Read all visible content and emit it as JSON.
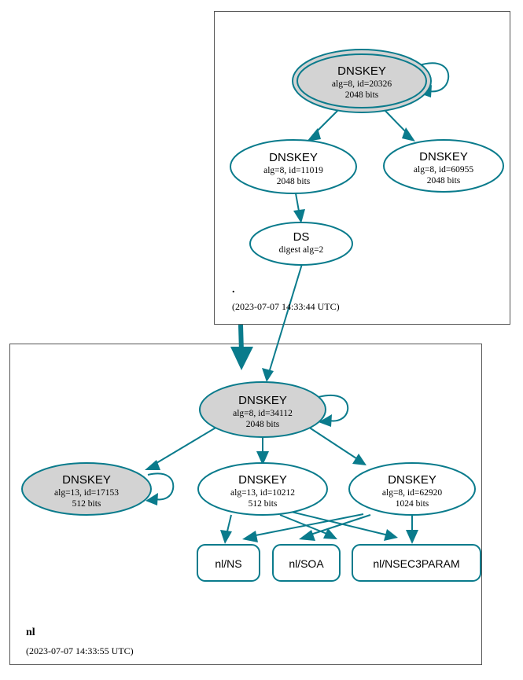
{
  "diagram": {
    "type": "dnssec-authentication-chain",
    "accent_color": "#0a7b8c",
    "secure_fill_color": "#d3d3d3",
    "zone_border_color": "#555555"
  },
  "zones": [
    {
      "id": "root",
      "name": ".",
      "timestamp": "(2023-07-07 14:33:44 UTC)",
      "nodes": [
        {
          "id": "root-ksk",
          "shape": "double-ellipse",
          "filled": true,
          "title": "DNSKEY",
          "line2": "alg=8, id=20326",
          "line3": "2048 bits",
          "self_signed": true
        },
        {
          "id": "root-zsk-11019",
          "shape": "ellipse",
          "filled": false,
          "title": "DNSKEY",
          "line2": "alg=8, id=11019",
          "line3": "2048 bits",
          "self_signed": false
        },
        {
          "id": "root-zsk-60955",
          "shape": "ellipse",
          "filled": false,
          "title": "DNSKEY",
          "line2": "alg=8, id=60955",
          "line3": "2048 bits",
          "self_signed": false
        },
        {
          "id": "root-ds",
          "shape": "ellipse",
          "filled": false,
          "title": "DS",
          "line2": "digest alg=2",
          "line3": "",
          "self_signed": false
        }
      ]
    },
    {
      "id": "nl",
      "name": "nl",
      "timestamp": "(2023-07-07 14:33:55 UTC)",
      "nodes": [
        {
          "id": "nl-ksk-34112",
          "shape": "ellipse",
          "filled": true,
          "title": "DNSKEY",
          "line2": "alg=8, id=34112",
          "line3": "2048 bits",
          "self_signed": true
        },
        {
          "id": "nl-key-17153",
          "shape": "ellipse",
          "filled": true,
          "title": "DNSKEY",
          "line2": "alg=13, id=17153",
          "line3": "512 bits",
          "self_signed": true
        },
        {
          "id": "nl-key-10212",
          "shape": "ellipse",
          "filled": false,
          "title": "DNSKEY",
          "line2": "alg=13, id=10212",
          "line3": "512 bits",
          "self_signed": false
        },
        {
          "id": "nl-key-62920",
          "shape": "ellipse",
          "filled": false,
          "title": "DNSKEY",
          "line2": "alg=8, id=62920",
          "line3": "1024 bits",
          "self_signed": false
        }
      ],
      "rrsets": [
        {
          "id": "nl-ns",
          "label": "nl/NS"
        },
        {
          "id": "nl-soa",
          "label": "nl/SOA"
        },
        {
          "id": "nl-nsec3param",
          "label": "nl/NSEC3PARAM"
        }
      ]
    }
  ],
  "edges": [
    {
      "from": "root-ksk",
      "to": "root-ksk",
      "kind": "self-sign"
    },
    {
      "from": "root-ksk",
      "to": "root-zsk-11019",
      "kind": "sign"
    },
    {
      "from": "root-ksk",
      "to": "root-zsk-60955",
      "kind": "sign"
    },
    {
      "from": "root-zsk-11019",
      "to": "root-ds",
      "kind": "sign"
    },
    {
      "from": "root-ds",
      "to": "nl-ksk-34112",
      "kind": "delegation-trust"
    },
    {
      "from": "root",
      "to": "nl",
      "kind": "zone-delegation"
    },
    {
      "from": "nl-ksk-34112",
      "to": "nl-ksk-34112",
      "kind": "self-sign"
    },
    {
      "from": "nl-ksk-34112",
      "to": "nl-key-17153",
      "kind": "sign"
    },
    {
      "from": "nl-ksk-34112",
      "to": "nl-key-10212",
      "kind": "sign"
    },
    {
      "from": "nl-ksk-34112",
      "to": "nl-key-62920",
      "kind": "sign"
    },
    {
      "from": "nl-key-17153",
      "to": "nl-key-17153",
      "kind": "self-sign"
    },
    {
      "from": "nl-key-10212",
      "to": "nl-ns",
      "kind": "sign"
    },
    {
      "from": "nl-key-10212",
      "to": "nl-soa",
      "kind": "sign"
    },
    {
      "from": "nl-key-10212",
      "to": "nl-nsec3param",
      "kind": "sign"
    },
    {
      "from": "nl-key-62920",
      "to": "nl-ns",
      "kind": "sign"
    },
    {
      "from": "nl-key-62920",
      "to": "nl-soa",
      "kind": "sign"
    },
    {
      "from": "nl-key-62920",
      "to": "nl-nsec3param",
      "kind": "sign"
    }
  ]
}
